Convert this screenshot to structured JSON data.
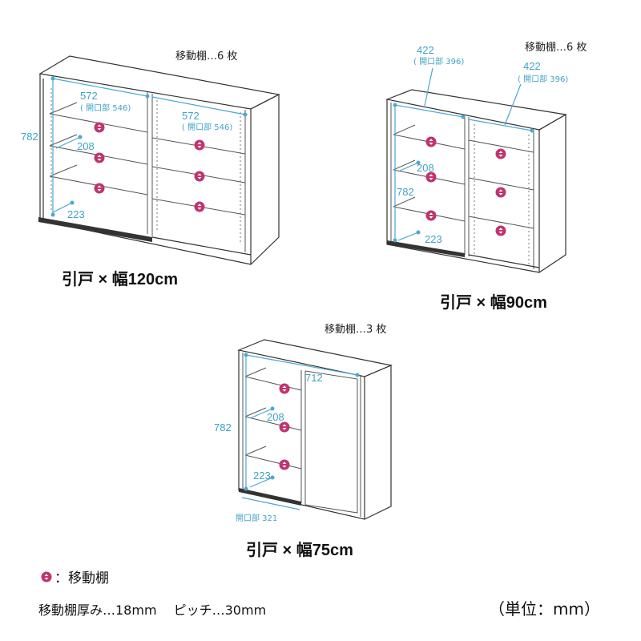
{
  "units": "（単位：mm）",
  "legend": {
    "movable_shelf": "：移動棚",
    "details": "移動棚厚み…18mm　 ピッチ…30mm"
  },
  "colors": {
    "shelf_marker": "#c0336f",
    "dimension": "#3fa2c8",
    "line": "#333333"
  },
  "icons": {
    "shelf_marker": "shelf-marker-icon"
  },
  "cabinets": [
    {
      "caption": "引戸 × 幅120cm",
      "shelf_note": "移動棚…6 枚",
      "dims": {
        "height": "782",
        "width_left": "572",
        "opening_left": "( 開口部 546)",
        "width_right": "572",
        "opening_right": "( 開口部 546)",
        "shelf_depth": "208",
        "bottom_depth": "223"
      }
    },
    {
      "caption": "引戸 × 幅90cm",
      "shelf_note": "移動棚…6 枚",
      "dims": {
        "width_left": "422",
        "opening_left": "( 開口部 396)",
        "width_right": "422",
        "opening_right": "( 開口部 396)",
        "shelf_depth": "208",
        "height": "782",
        "bottom_depth": "223"
      }
    },
    {
      "caption": "引戸 × 幅75cm",
      "shelf_note": "移動棚…3 枚",
      "dims": {
        "width": "712",
        "height": "782",
        "shelf_depth": "208",
        "bottom_depth": "223",
        "opening": "開口部 321"
      }
    }
  ]
}
